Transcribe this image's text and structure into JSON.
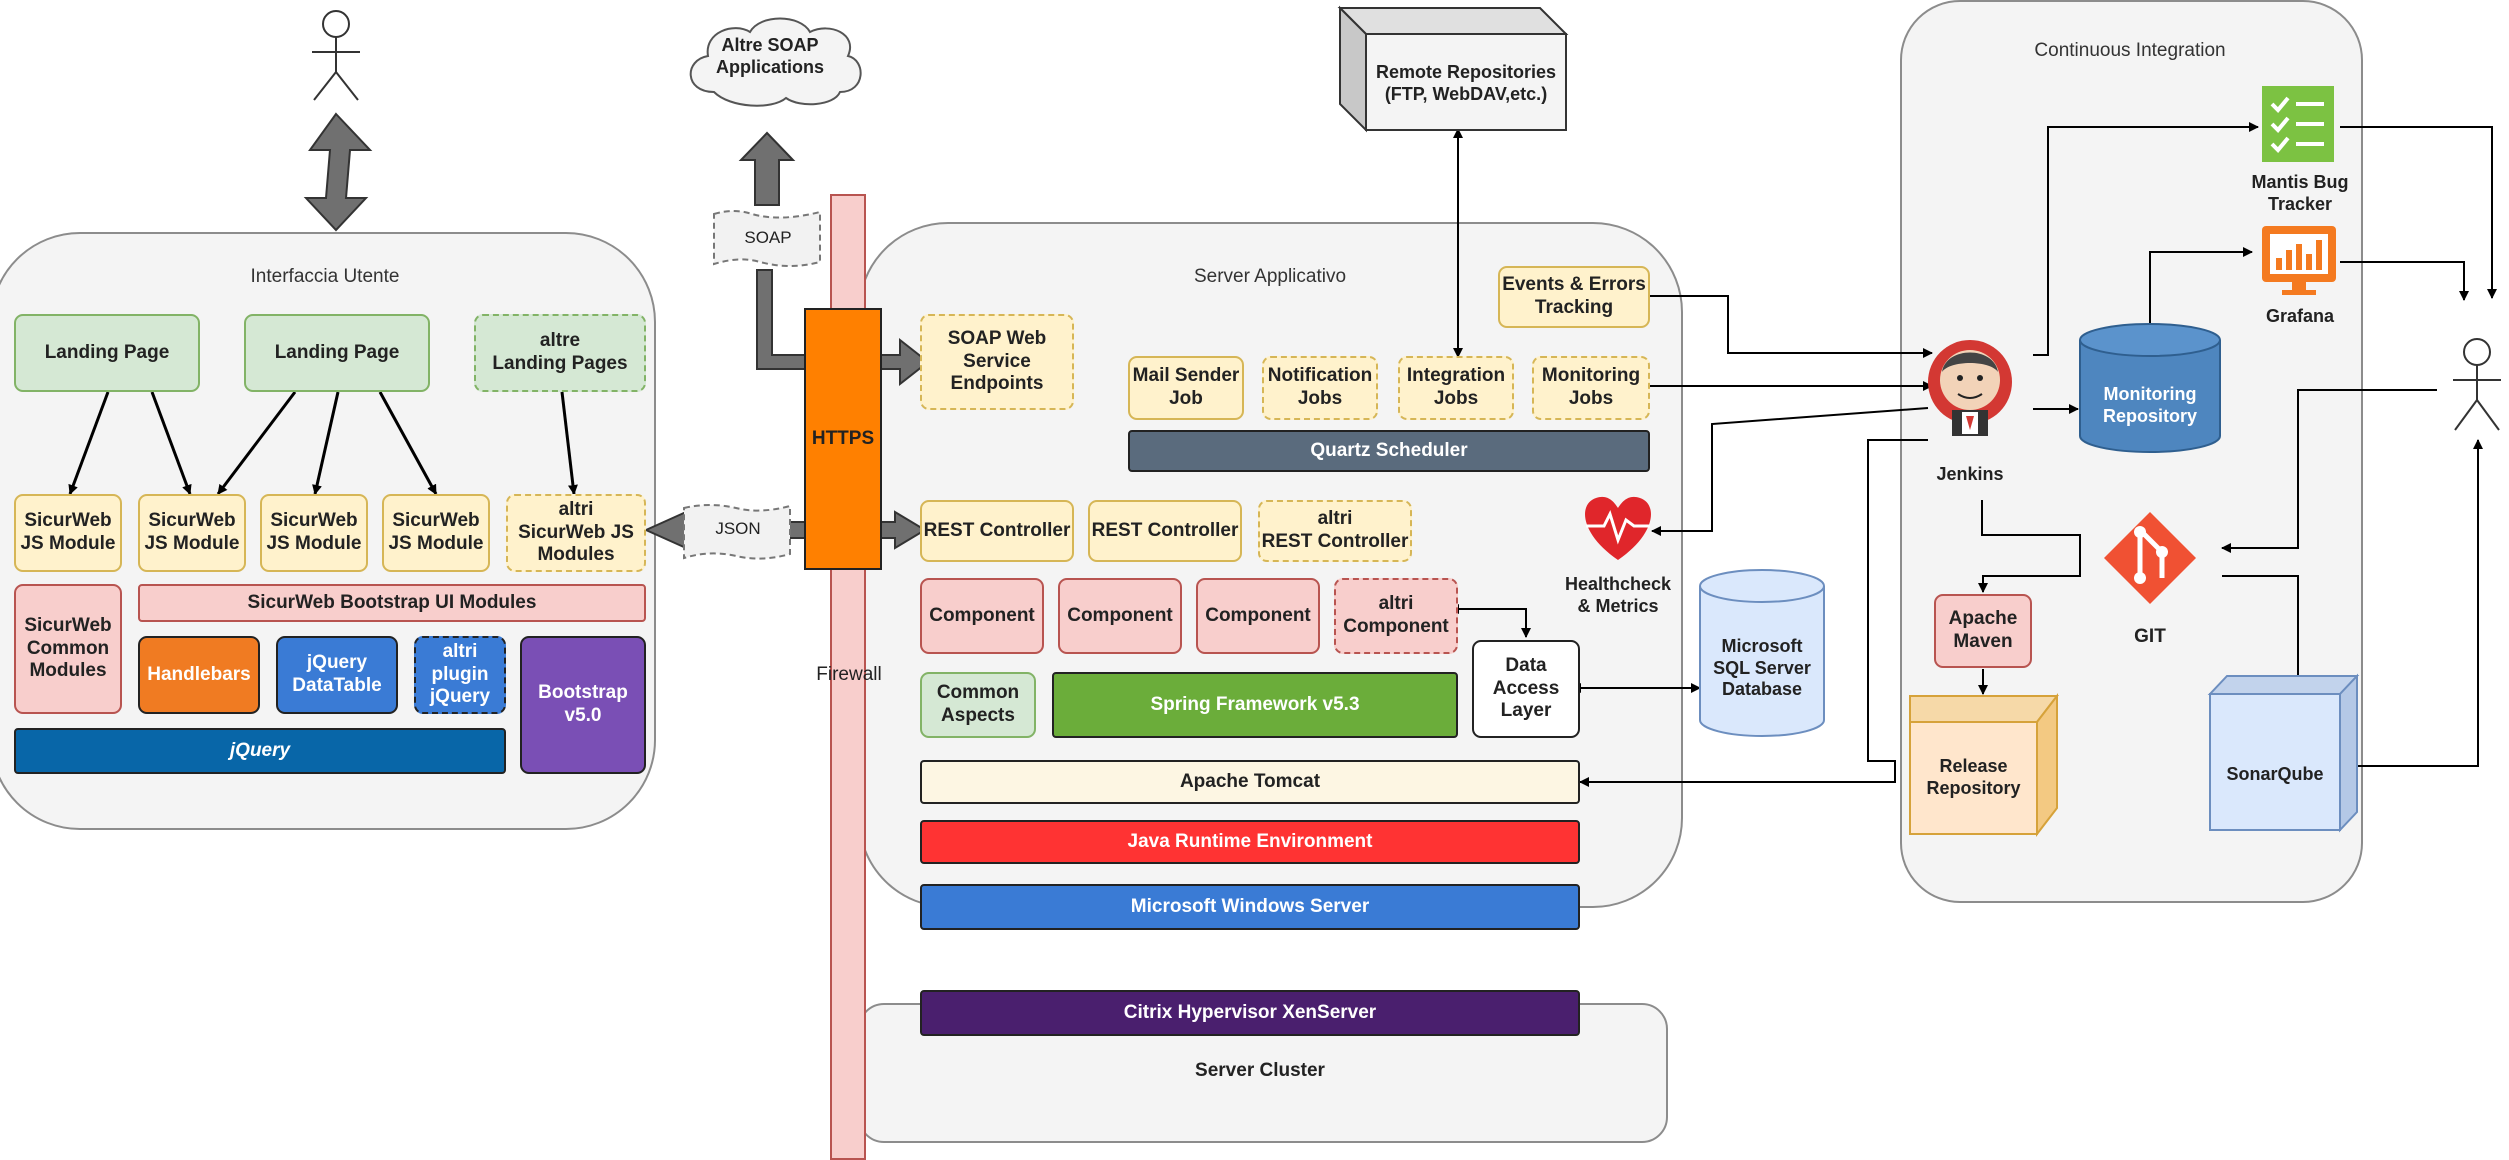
{
  "frontend": {
    "title": "Interfaccia Utente",
    "landing_1": "Landing Page",
    "landing_2": "Landing Page",
    "landing_more": "altre\nLanding Pages",
    "js_module": "SicurWeb\nJS Module",
    "js_more": "altri\nSicurWeb JS\nModules",
    "common_modules": "SicurWeb\nCommon\nModules",
    "bootstrap_ui": "SicurWeb Bootstrap UI Modules",
    "handlebars": "Handlebars",
    "datatable": "jQuery\nDataTable",
    "plugin": "altri\nplugin\njQuery",
    "bootstrap": "Bootstrap\nv5.0",
    "jquery": "jQuery"
  },
  "network": {
    "soap_apps": "Altre SOAP\nApplications",
    "soap": "SOAP",
    "json": "JSON",
    "https": "HTTPS",
    "firewall": "Firewall"
  },
  "server": {
    "title": "Server Applicativo",
    "soap_endpoints": "SOAP Web\nService\nEndpoints",
    "mail_job": "Mail Sender\nJob",
    "notif_jobs": "Notification\nJobs",
    "integ_jobs": "Integration\nJobs",
    "monitor_jobs": "Monitoring\nJobs",
    "events": "Events & Errors\nTracking",
    "quartz": "Quartz Scheduler",
    "rest": "REST Controller",
    "rest_more": "altri\nREST Controller",
    "component": "Component",
    "component_more": "altri\nComponent",
    "common_aspects": "Common\nAspects",
    "spring": "Spring Framework v5.3",
    "dal": "Data\nAccess\nLayer",
    "tomcat": "Apache Tomcat",
    "jre": "Java Runtime Environment",
    "windows": "Microsoft Windows Server",
    "citrix": "Citrix Hypervisor XenServer",
    "cluster": "Server Cluster",
    "health": "Healthcheck\n& Metrics",
    "sqlserver": "Microsoft\nSQL Server\nDatabase",
    "remote_repos": "Remote Repositories\n(FTP, WebDAV,etc.)"
  },
  "ci": {
    "title": "Continuous Integration",
    "mantis": "Mantis Bug\nTracker",
    "grafana": "Grafana",
    "jenkins": "Jenkins",
    "monitoring_repo": "Monitoring\nRepository",
    "maven": "Apache\nMaven",
    "git": "GIT",
    "release_repo": "Release\nRepository",
    "sonar": "SonarQube"
  },
  "colors": {
    "https": "#ff8000",
    "firewall": "#f8cecc",
    "quartz": "#5a6b7d",
    "spring": "#6bad3a",
    "tomcat": "#fdf6e3",
    "jre": "#ff3333",
    "windows": "#3a7bd5",
    "citrix": "#4a1f6e",
    "jquery": "#0866a8",
    "handlebars": "#f07b22",
    "datatable": "#3a7bd5",
    "bootstrap": "#7a4fb5",
    "jenkins": "#d33833",
    "git": "#f05133",
    "mantis": "#8bc34a",
    "grafana": "#f47a20",
    "db_blue": "#4e86bf"
  }
}
